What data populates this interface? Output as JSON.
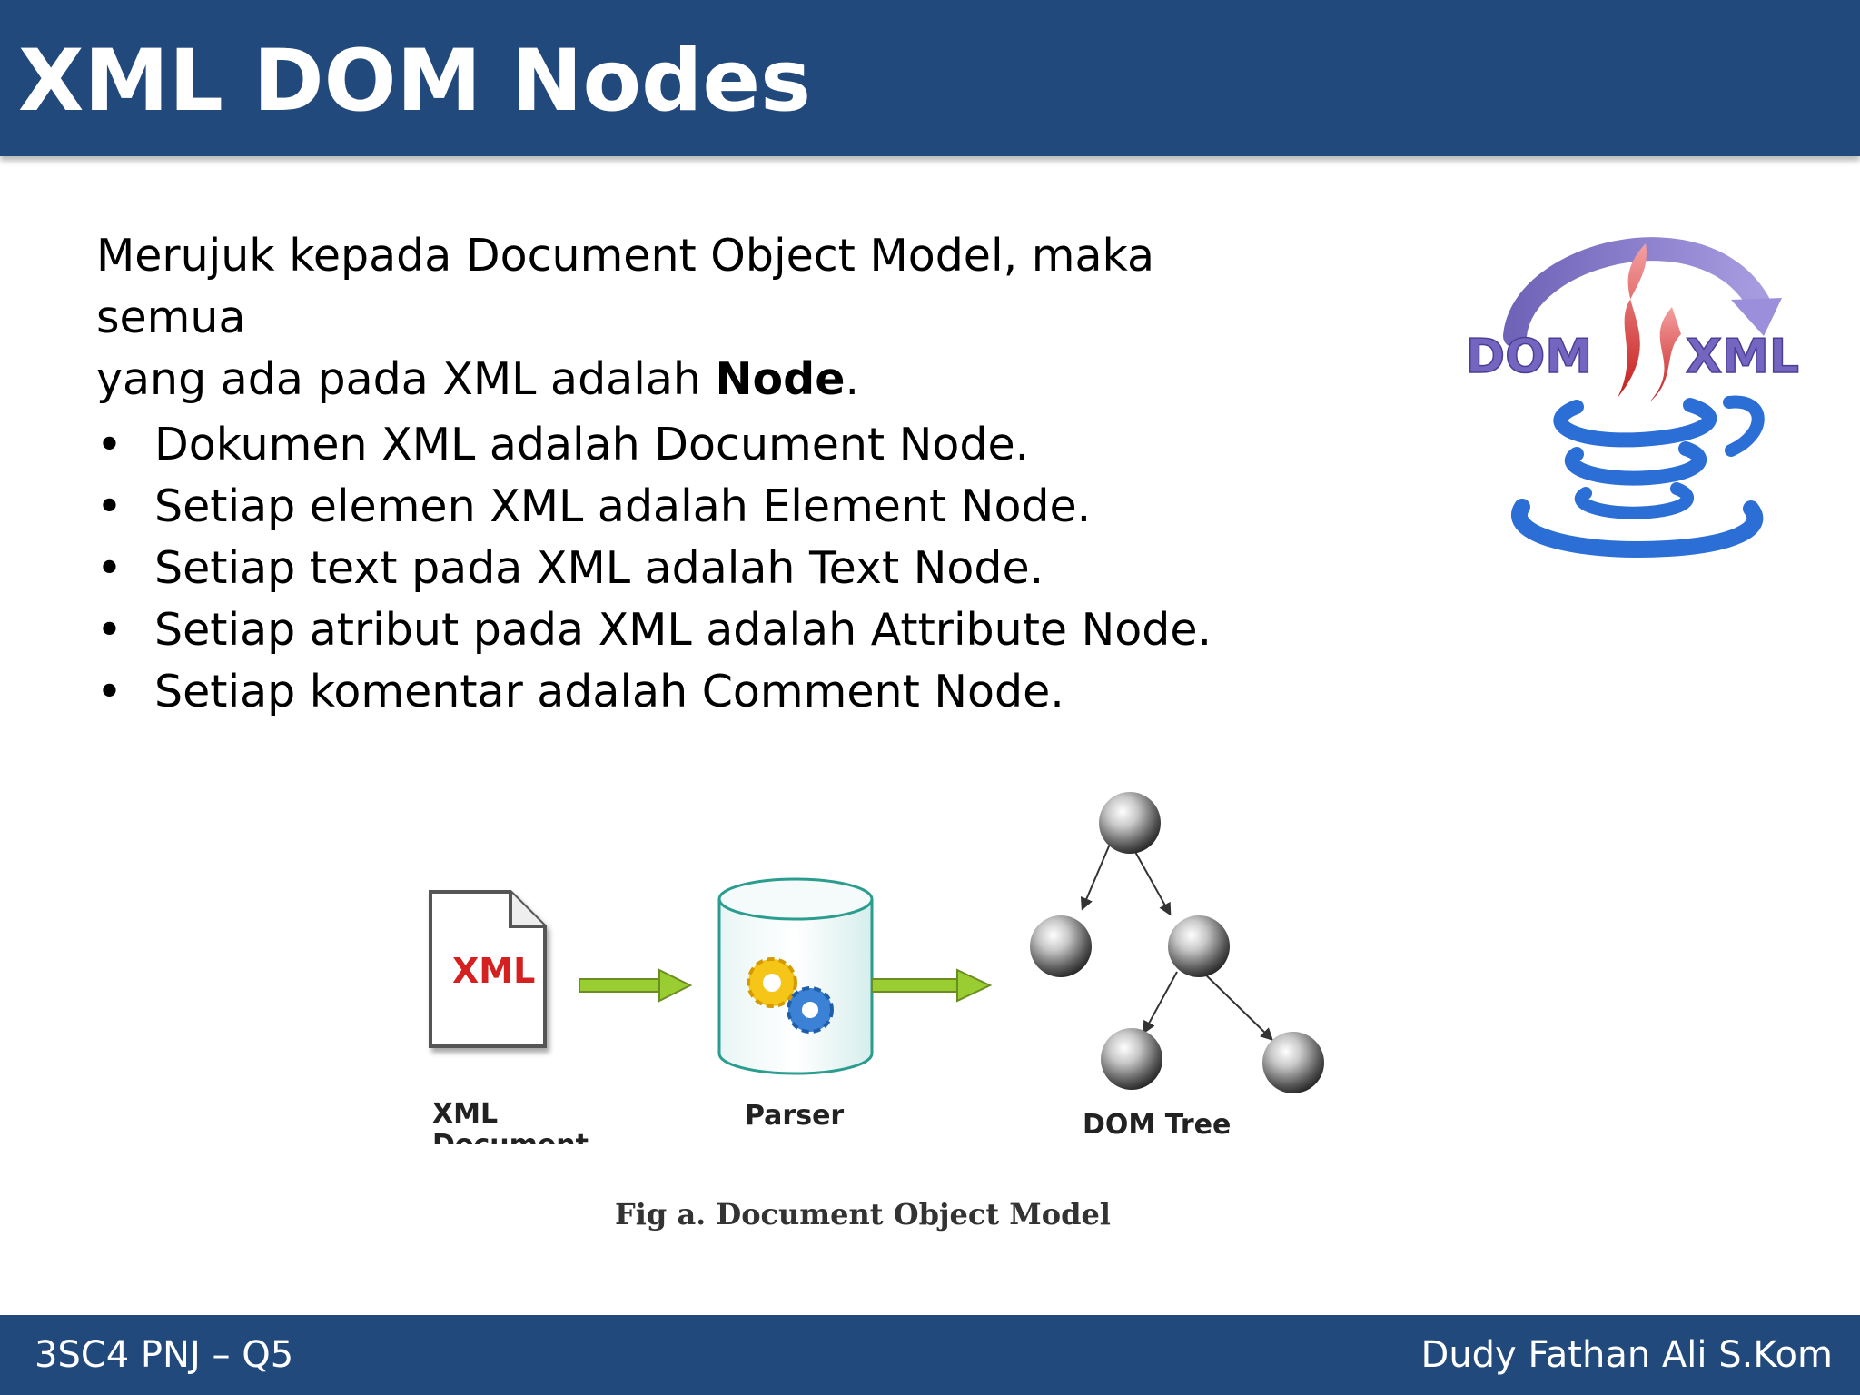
{
  "header": {
    "title": "XML DOM Nodes"
  },
  "intro": {
    "line1": "Merujuk kepada Document Object Model, maka semua",
    "line2_prefix": "yang ada pada XML adalah ",
    "line2_bold": "Node",
    "line2_suffix": "."
  },
  "bullets": [
    "Dokumen XML adalah Document Node.",
    "Setiap elemen XML adalah Element Node.",
    "Setiap text pada XML adalah Text Node.",
    "Setiap atribut pada XML adalah Attribute Node.",
    "Setiap komentar adalah Comment Node."
  ],
  "bullet_symbol": "•",
  "logo": {
    "left_text": "DOM",
    "right_text": "XML"
  },
  "diagram": {
    "doc_icon_text": "XML",
    "doc_label_line1": "XML",
    "doc_label_line2": "Document",
    "parser_label": "Parser",
    "tree_label": "DOM Tree",
    "caption": "Fig a. Document Object Model"
  },
  "footer": {
    "left": "3SC4 PNJ – Q5",
    "right": "Dudy Fathan Ali S.Kom"
  },
  "colors": {
    "header": "#22497c",
    "arrow": "#9acd32",
    "xml_red": "#d42020",
    "logo_purple": "#7a6fc0",
    "logo_blue": "#2b6fd6"
  }
}
